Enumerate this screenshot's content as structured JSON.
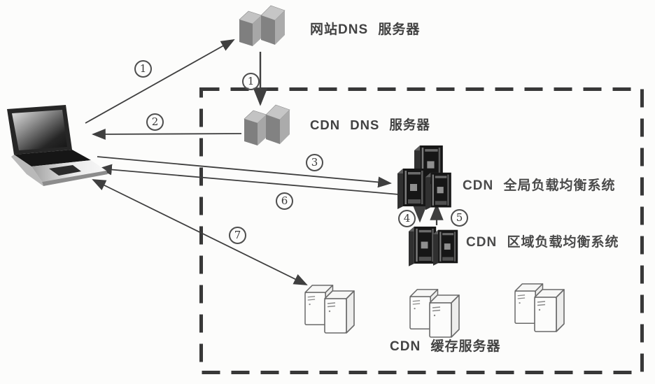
{
  "diagram": {
    "kind": "cdn-request-flow-diagram",
    "nodes": {
      "website_dns": "网站DNS 服务器",
      "cdn_dns": "CDN DNS 服务器",
      "global_lb": "CDN 全局负载均衡系统",
      "regional_lb": "CDN 区域负载均衡系统",
      "cache": "CDN 缓存服务器"
    },
    "steps": {
      "s1_site": "1",
      "s1_cdn": "1",
      "s2": "2",
      "s3": "3",
      "s4": "4",
      "s5": "5",
      "s6": "6",
      "s7": "7"
    },
    "colors": {
      "background": "#fcfcfb",
      "arrow": "#3f3f3f",
      "boundary": "#383838",
      "text": "#424242",
      "gray_server": "#a8a8a8",
      "dark_server": "#161616",
      "cache_server_outline": "#6a6a6a"
    }
  }
}
